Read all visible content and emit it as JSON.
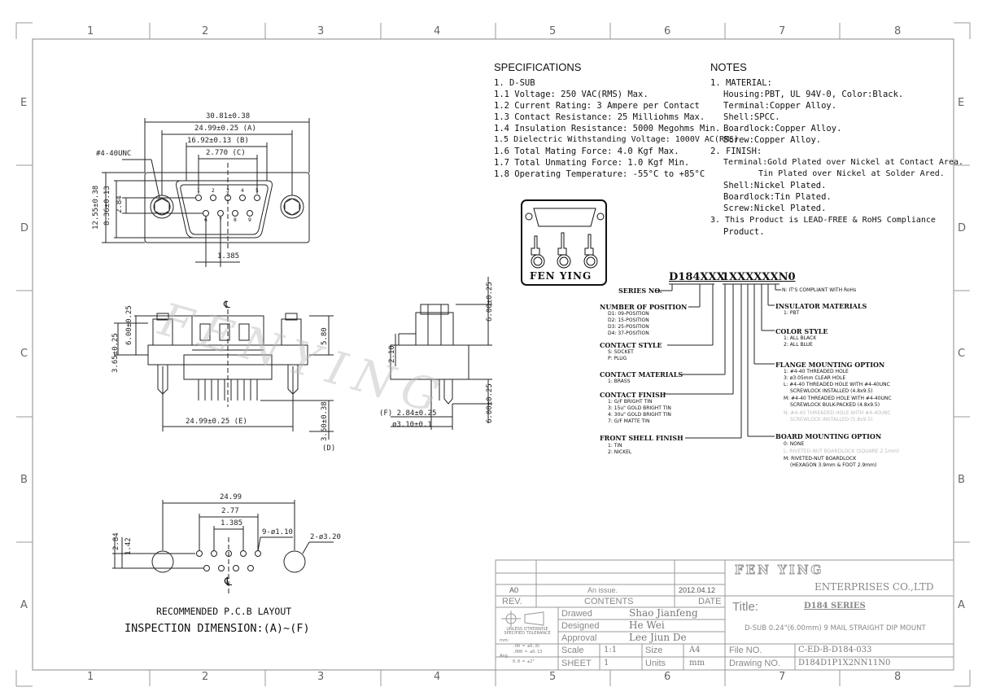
{
  "frame": {
    "col_numbers": [
      "1",
      "2",
      "3",
      "4",
      "5",
      "6",
      "7",
      "8"
    ],
    "row_letters": [
      "E",
      "D",
      "C",
      "B",
      "A"
    ]
  },
  "specifications": {
    "heading": "SPECIFICATIONS",
    "lines": [
      "1. D-SUB",
      "1.1 Voltage: 250 VAC(RMS) Max.",
      "1.2 Current Rating: 3 Ampere per Contact",
      "1.3 Contact Resistance: 25 Milliohms Max.",
      "1.4 Insulation Resistance: 5000 Megohms Min.",
      "1.5 Dielectric Withstanding Voltage: 1000V AC(RMS)",
      "1.6 Total Mating Force: 4.0 Kgf Max.",
      "1.7 Total Unmating Force: 1.0 Kgf Min.",
      "1.8 Operating Temperature: -55°C to +85°C"
    ]
  },
  "notes": {
    "heading": "NOTES",
    "lines": [
      "1. MATERIAL:",
      "Housing:PBT, UL 94V-0, Color:Black.",
      "Terminal:Copper Alloy.",
      "Shell:SPCC.",
      "Boardlock:Copper Alloy.",
      "Screw:Copper Alloy.",
      "2. FINISH:",
      "Terminal:Gold Plated over Nickel at Contact Area.",
      "Tin Plated over Nickel at Solder Ared.",
      "Shell:Nickel Plated.",
      "Boardlock:Tin Plated.",
      "Screw:Nickel Plated.",
      "3. This Product is LEAD-FREE & RoHS Compliance",
      "Product."
    ]
  },
  "logo": {
    "text": "FEN YING"
  },
  "watermark": "FENYING",
  "dimensions": {
    "top_view": [
      "30.81±0.38",
      "24.99±0.25 (A)",
      "16.92±0.13 (B)",
      "2.770 (C)",
      "#4-40UNC",
      "12.55±0.38",
      "8.36±0.13",
      "2.84",
      "1.385"
    ],
    "top_pin_numbers": [
      "1",
      "2",
      "3",
      "4",
      "5",
      "6",
      "7",
      "8",
      "9"
    ],
    "front_view": [
      "6.00±0.25",
      "5.80",
      "3.65±0.25",
      "24.99±0.25 (E)",
      "3.60±0.38",
      "(D)",
      "2.10"
    ],
    "side_view": [
      "6.00±0.25",
      "6.00±0.25",
      "(F) 2.84±0.25",
      "ø3.10±0.1"
    ],
    "pcb": [
      "24.99",
      "2.77",
      "1.385",
      "9-ø1.10",
      "2-ø3.20",
      "2.84",
      "1.42"
    ],
    "centerline": "℄"
  },
  "pcb_caption": "RECOMMENDED P.C.B LAYOUT",
  "inspection_caption": "INSPECTION DIMENSION:(A)~(F)",
  "part_number": {
    "code_a": "D184XXX",
    "code_b": "1XXXXXXN0",
    "series": {
      "label": "SERIES NO."
    },
    "rohs": {
      "label": "N: IT'S COMPLIANT WITH RoHs"
    },
    "number_of_position": {
      "label": "NUMBER OF POSITION",
      "items": [
        "D1: 09-POSITION",
        "D2: 15-POSITION",
        "D3: 25-POSITION",
        "D4: 37-POSITION"
      ]
    },
    "contact_style": {
      "label": "CONTACT STYLE",
      "items": [
        "S: SOCKET",
        "P: PLUG"
      ]
    },
    "contact_materials": {
      "label": "CONTACT MATERIALS",
      "items": [
        "1: BRASS"
      ]
    },
    "contact_finish": {
      "label": "CONTACT FINISH",
      "items": [
        "1: G/F BRIGHT TIN",
        "3: 15u\" GOLD BRIGHT TIN",
        "4: 30u\" GOLD BRIGHT TIN",
        "7: G/F MATTE TIN"
      ]
    },
    "front_shell_finish": {
      "label": "FRONT SHELL FINISH",
      "items": [
        "1: TIN",
        "2: NICKEL"
      ]
    },
    "insulator_materials": {
      "label": "INSULATOR MATERIALS",
      "items": [
        "1: PBT"
      ]
    },
    "color_style": {
      "label": "COLOR STYLE",
      "items": [
        "1: ALL BLACK",
        "2: ALL BLUE"
      ]
    },
    "flange_mounting": {
      "label": "FLANGE MOUNTING OPTION",
      "items": [
        "1: #4-40 THREADED HOLE",
        "3: ø3.05mm CLEAR HOLE",
        "L: #4-40 THREADED HOLE WITH #4-40UNC",
        "SCREWLOCK INSTALLED (4.8x9.5)",
        "M: #4-40 THREADED HOLE WITH #4-40UNC",
        "SCREWLOCK BULK-PACKED (4.8x9.5)"
      ],
      "faint_items": [
        "N: #4-40 THREADED HOLE WITH #4-40UNC",
        "SCREWLOCK INSTALLED (5.8x9.5)"
      ]
    },
    "board_mounting": {
      "label": "BOARD MOUNTING OPTION",
      "items": [
        "0: NONE"
      ],
      "faint_items": [
        "L: RIVETED-NUT BOARDLOCK (SQUARE 2.1mm)"
      ],
      "items_b": [
        "M: RIVETED-NUT BOARDLOCK",
        "(HEXAGON 3.9mm & FOOT 2.9mm)"
      ]
    }
  },
  "title_block": {
    "rev_row": {
      "rev": "A0",
      "contents": "An issue.",
      "date": "2012.04.12"
    },
    "headers": {
      "rev": "REV.",
      "contents": "CONTENTS",
      "date": "DATE"
    },
    "drawed_label": "Drawed",
    "drawed_value": "Shao Jianfeng",
    "designed_label": "Designed",
    "designed_value": "He Wei",
    "approval_label": "Approval",
    "approval_value": "Lee Jiun De",
    "scale_label": "Scale",
    "scale_value": "1:1",
    "size_label": "Size",
    "size_value": "A4",
    "sheet_label": "SHEET",
    "sheet_value": "1",
    "units_label": "Units",
    "units_value": "mm",
    "tolerance_title": "UNLESS OTHERWISE SPECIFIED TOLERANCE",
    "tolerance_unit": "mm:",
    "tolerances": [
      ".00  = ±0.35",
      ".000 = ±0.13",
      "0.0  = ±2°"
    ],
    "tolerance_ang": "Ang.",
    "company": "FEN YING",
    "company_sub": "ENTERPRISES CO.,LTD",
    "title_label": "Title:",
    "title_value": "D184 SERIES",
    "description": "D-SUB 0.24\"(6.00mm) 9 MAIL STRAIGHT DIP MOUNT",
    "file_label": "File NO.",
    "file_value": "C-ED-B-D184-033",
    "drawing_label": "Drawing NO.",
    "drawing_value": "D184D1P1X2NN11N0"
  }
}
